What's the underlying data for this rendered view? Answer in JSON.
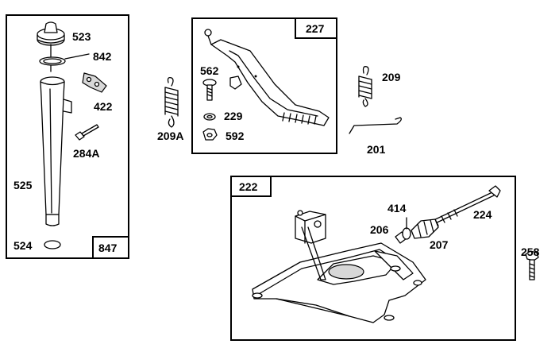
{
  "boxes": {
    "box_847": "847",
    "box_227": "227",
    "box_222": "222"
  },
  "labels": {
    "p523": "523",
    "p842": "842",
    "p422": "422",
    "p284A": "284A",
    "p525": "525",
    "p524": "524",
    "p209A": "209A",
    "p562": "562",
    "p229": "229",
    "p592": "592",
    "p209": "209",
    "p201": "201",
    "p414": "414",
    "p206": "206",
    "p207": "207",
    "p224": "224",
    "p258": "258"
  }
}
